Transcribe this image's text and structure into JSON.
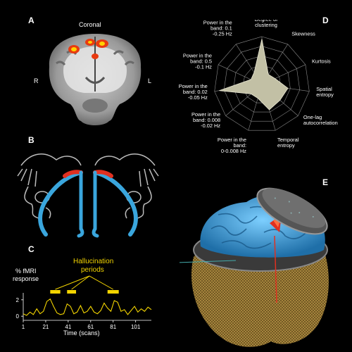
{
  "panels": {
    "a": {
      "letter": "A",
      "title": "Coronal",
      "left": "R",
      "right": "L"
    },
    "b": {
      "letter": "B"
    },
    "c": {
      "letter": "C",
      "ylabel_1": "% fMRI",
      "ylabel_2": "response",
      "annotation_1": "Hallucination",
      "annotation_2": "periods",
      "xlabel": "Time (scans)"
    },
    "d": {
      "letter": "D"
    },
    "e": {
      "letter": "E"
    }
  },
  "chart_data": [
    {
      "type": "line",
      "xlabel": "Time (scans)",
      "ylabel": "% fMRI response",
      "x_ticks": [
        1,
        21,
        41,
        61,
        81,
        101
      ],
      "y_ticks": [
        0,
        2
      ],
      "xlim": [
        1,
        115
      ],
      "ylim": [
        -0.5,
        2.5
      ],
      "series": [
        {
          "color": "#f3d400",
          "x": [
            1,
            4,
            7,
            10,
            13,
            16,
            19,
            22,
            25,
            28,
            31,
            34,
            37,
            40,
            43,
            46,
            49,
            52,
            55,
            58,
            61,
            64,
            67,
            70,
            73,
            76,
            79,
            82,
            85,
            88,
            91,
            94,
            97,
            100,
            103,
            106,
            109,
            112,
            115
          ],
          "y": [
            0.3,
            0.1,
            0.5,
            0.2,
            0.9,
            0.3,
            0.6,
            1.8,
            2.1,
            1.2,
            0.4,
            0.2,
            0.3,
            1.5,
            1.2,
            0.3,
            0.5,
            1.3,
            0.4,
            0.6,
            1.2,
            0.5,
            0.3,
            0.7,
            1.6,
            1.0,
            0.6,
            1.9,
            1.7,
            0.6,
            0.8,
            0.2,
            0.7,
            1.2,
            0.5,
            0.9,
            0.6,
            1.1,
            0.8
          ]
        }
      ],
      "highlight_periods": [
        [
          25,
          34
        ],
        [
          40,
          48
        ],
        [
          76,
          86
        ]
      ]
    },
    {
      "type": "radar",
      "axes": [
        "Degree of clustering",
        "Skewness",
        "Kurtosis",
        "Spatial entropy",
        "One-lag autocorrelation",
        "Temporal entropy",
        "Power in the band: 0-0.008 Hz",
        "Power in the band: 0.008 -0.02 Hz",
        "Power in the band: 0.02 -0.05 Hz",
        "Power in the band: 0.5 -0.1 Hz",
        "Power in the band: 0.1 -0.25 Hz"
      ],
      "values": [
        0.95,
        0.25,
        0.3,
        0.55,
        0.5,
        0.55,
        0.3,
        0.3,
        0.9,
        0.25,
        0.3
      ]
    }
  ],
  "radar_labels": [
    [
      "Degree of",
      "clustering"
    ],
    [
      "Skewness"
    ],
    [
      "Kurtosis"
    ],
    [
      "Spatial",
      "entropy"
    ],
    [
      "One-lag",
      "autocorrelation"
    ],
    [
      "Temporal",
      "entropy"
    ],
    [
      "Power in the",
      "band:",
      "0-0.008 Hz"
    ],
    [
      "Power in the",
      "band: 0.008",
      "-0.02 Hz"
    ],
    [
      "Power in the",
      "band: 0.02",
      "-0.05 Hz"
    ],
    [
      "Power in the",
      "band: 0.5",
      "-0.1 Hz"
    ],
    [
      "Power in the",
      "band: 0.1",
      "-0.25 Hz"
    ]
  ],
  "colors": {
    "signal": "#f3d400",
    "radar_fill": "#c2c0a5",
    "brain_blue": "#3aa6dd",
    "activation_red": "#e03020"
  }
}
